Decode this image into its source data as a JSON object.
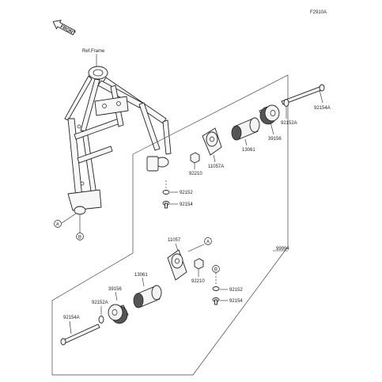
{
  "figure_code": "F2910A",
  "front_label": "FRONT",
  "ref_frame": "Ref.Frame",
  "markers": {
    "a": "A",
    "b": "B"
  },
  "kit_number": "99994",
  "upper": {
    "bolt": "92154A",
    "washer": "92152A",
    "slider": "39156",
    "collar": "13061",
    "bracket": "11057A",
    "nut": "92210",
    "washer_small": "92152",
    "bolt_small": "92154"
  },
  "lower": {
    "bracket": "11057",
    "collar": "13061",
    "nut": "92210",
    "slider": "39156",
    "washer": "92152A",
    "bolt": "92154A",
    "washer_small": "92152",
    "bolt_small": "92154"
  }
}
